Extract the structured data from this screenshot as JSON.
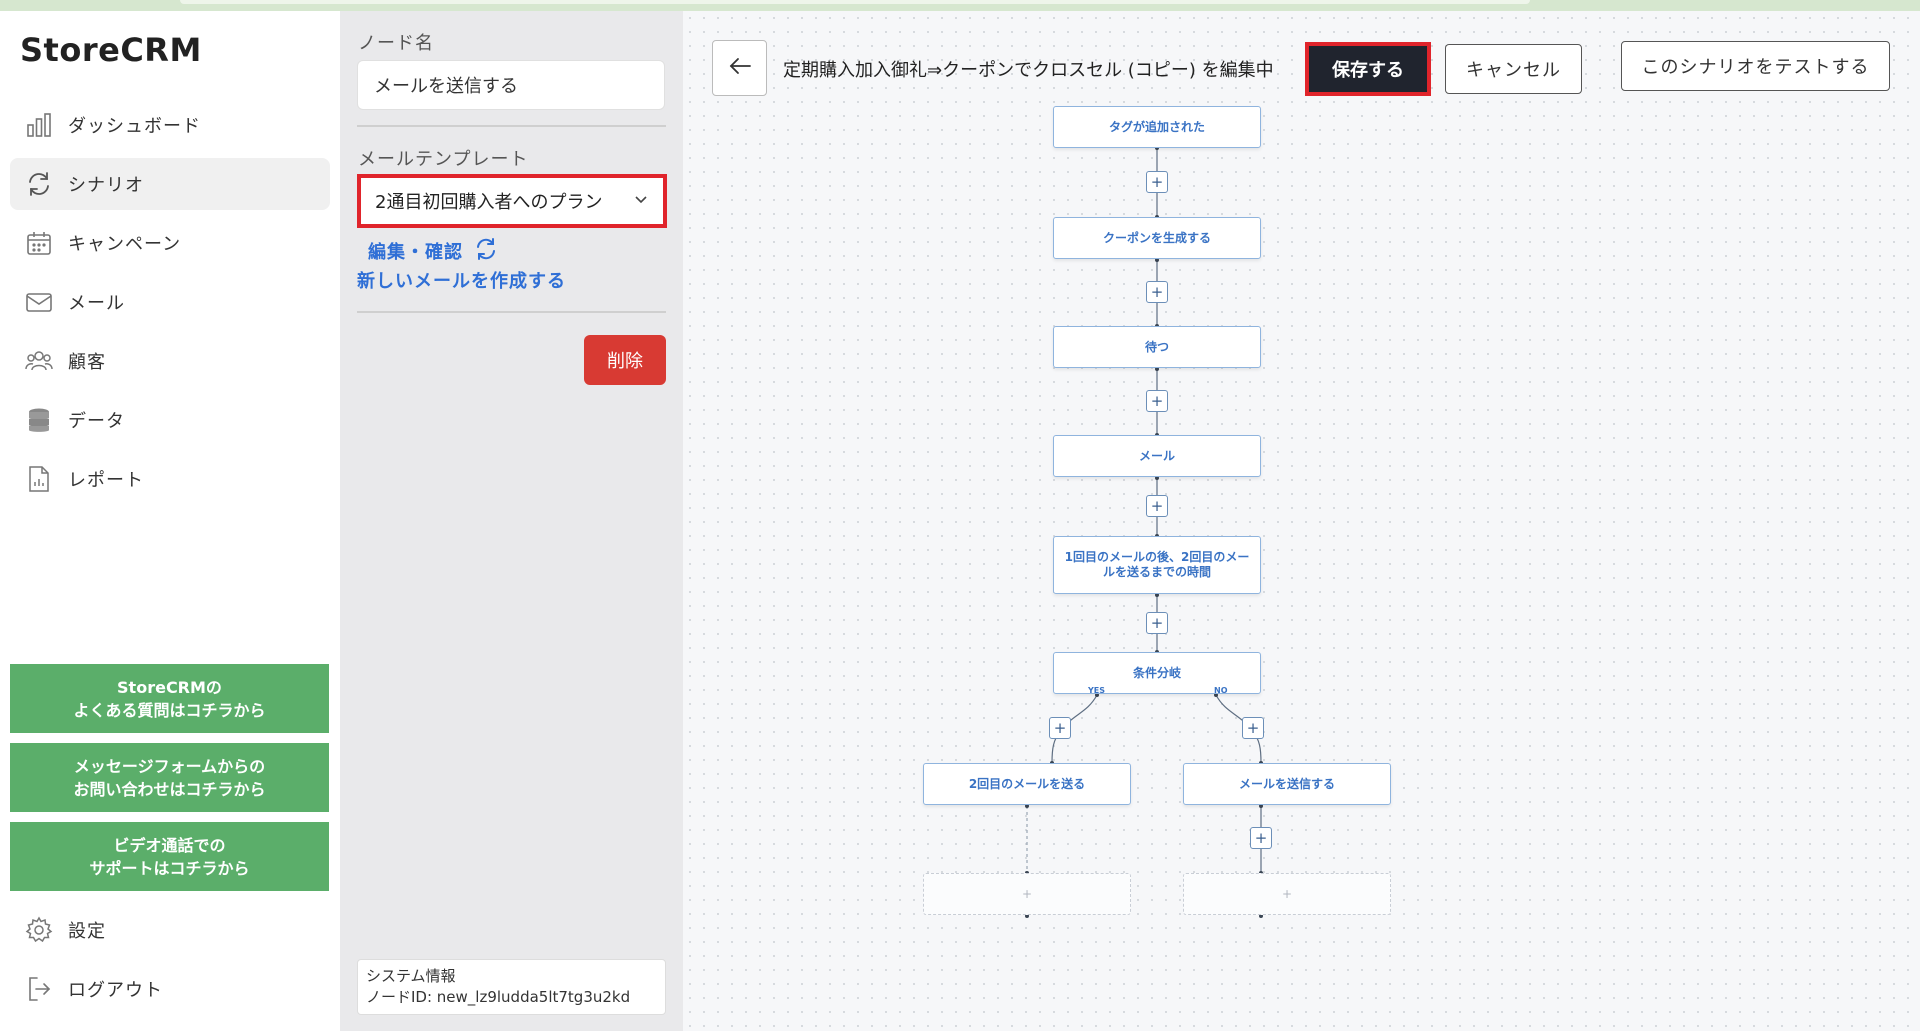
{
  "app": {
    "logo": "StoreCRM"
  },
  "sidebar": {
    "items": [
      {
        "label": "ダッシュボード",
        "icon": "bar-chart-icon"
      },
      {
        "label": "シナリオ",
        "icon": "refresh-cycle-icon",
        "active": true
      },
      {
        "label": "キャンペーン",
        "icon": "calendar-icon"
      },
      {
        "label": "メール",
        "icon": "mail-icon"
      },
      {
        "label": "顧客",
        "icon": "users-icon"
      },
      {
        "label": "データ",
        "icon": "database-icon"
      },
      {
        "label": "レポート",
        "icon": "report-icon"
      }
    ],
    "help_buttons": [
      {
        "label": "StoreCRMの\nよくある質問はコチラから"
      },
      {
        "label": "メッセージフォームからの\nお問い合わせはコチラから"
      },
      {
        "label": "ビデオ通話での\nサポートはコチラから"
      }
    ],
    "bottom_items": [
      {
        "label": "設定",
        "icon": "gear-icon"
      },
      {
        "label": "ログアウト",
        "icon": "logout-icon"
      }
    ],
    "help_color": "#5bae6a"
  },
  "panel": {
    "node_name_label": "ノード名",
    "node_name_value": "メールを送信する",
    "template_label": "メールテンプレート",
    "template_value": "2通目初回購入者へのプラン",
    "edit_link": "編集・確認",
    "new_mail_link": "新しいメールを作成する",
    "delete_label": "削除",
    "sysinfo_title": "システム情報",
    "sysinfo_node_id": "ノードID: new_lz9ludda5lt7tg3u2kd"
  },
  "toolbar": {
    "title": "定期購入加入御礼⇒クーポンでクロスセル (コピー) を編集中",
    "save_label": "保存する",
    "cancel_label": "キャンセル",
    "test_label": "このシナリオをテストする"
  },
  "flow": {
    "nodes": [
      {
        "label": "タグが追加された"
      },
      {
        "label": "クーポンを生成する"
      },
      {
        "label": "待つ"
      },
      {
        "label": "メール"
      },
      {
        "label": "1回目のメールの後、2回目のメールを送るまでの時間"
      },
      {
        "label": "条件分岐"
      },
      {
        "label": "2回目のメールを送る"
      },
      {
        "label": "メールを送信する"
      }
    ],
    "branch_yes": "YES",
    "branch_no": "NO",
    "plus_symbol": "+"
  },
  "colors": {
    "accent_red": "#e0242b",
    "save_bg": "#20242e",
    "link_blue": "#2f6fd6",
    "delete_red": "#d83a33"
  }
}
